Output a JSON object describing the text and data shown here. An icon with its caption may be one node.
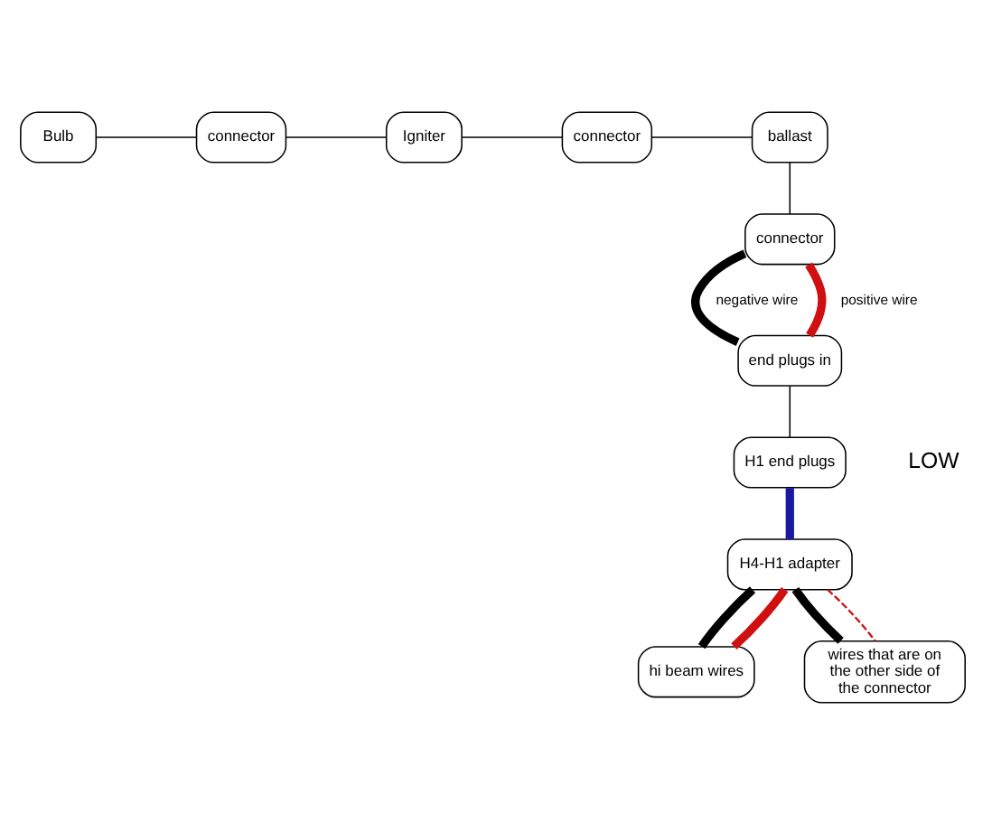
{
  "diagram": {
    "nodes": [
      {
        "text": [
          "Bulb"
        ]
      },
      {
        "text": [
          "connector"
        ]
      },
      {
        "text": [
          "Igniter"
        ]
      },
      {
        "text": [
          "connector"
        ]
      },
      {
        "text": [
          "ballast"
        ]
      },
      {
        "text": [
          "connector"
        ]
      },
      {
        "text": [
          "end plugs in"
        ]
      },
      {
        "text": [
          "H1 end plugs"
        ]
      },
      {
        "text": [
          "H4-H1 adapter"
        ]
      },
      {
        "text": [
          "hi beam wires"
        ]
      },
      {
        "text": [
          "wires that are on the other side of the connector"
        ]
      }
    ],
    "edges": [
      {
        "from": 0,
        "to": 1,
        "arrow": "none"
      },
      {
        "from": 1,
        "to": 2,
        "arrow": "none"
      },
      {
        "from": 2,
        "to": 3,
        "arrow": "none"
      },
      {
        "from": 3,
        "to": 4,
        "arrow": "none"
      },
      {
        "from": 4,
        "to": 5,
        "arrow": "none"
      },
      {
        "from": 5,
        "to": 6,
        "arrow": "none",
        "label": "negative wire",
        "style": "thick"
      },
      {
        "from": 5,
        "to": 6,
        "arrow": "none",
        "label": "positive wire",
        "style": "thick",
        "color": "#d01010"
      },
      {
        "from": 6,
        "to": 7,
        "arrow": "none"
      },
      {
        "from": 7,
        "to": 8,
        "arrow": "none",
        "style": "thick",
        "color": "#1a1aa0"
      },
      {
        "from": 8,
        "to": 9,
        "arrow": "none",
        "style": "thick"
      },
      {
        "from": 8,
        "to": 9,
        "arrow": "none",
        "style": "thick",
        "color": "#d01010"
      },
      {
        "from": 8,
        "to": 10,
        "arrow": "none",
        "style": "thick"
      },
      {
        "from": 8,
        "to": 10,
        "arrow": "none",
        "style": "dashed",
        "color": "#d01010"
      }
    ],
    "labels": [
      "LOW"
    ]
  }
}
